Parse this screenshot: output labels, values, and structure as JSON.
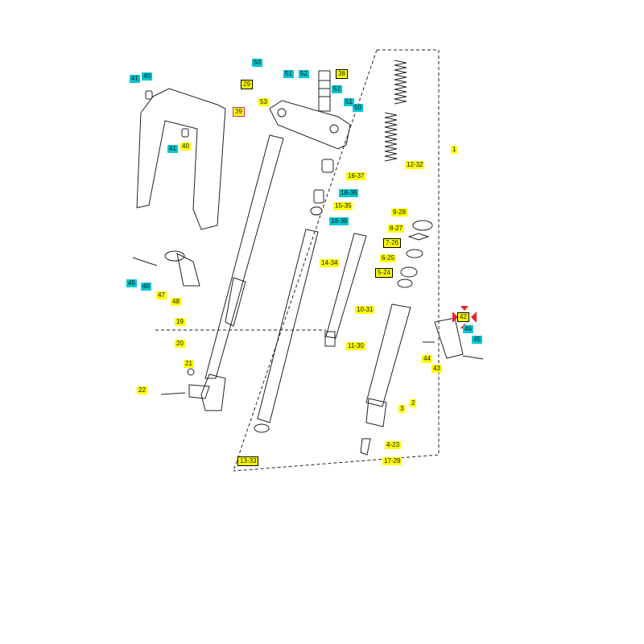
{
  "labels": [
    {
      "id": "40a",
      "text": "40",
      "color": "cyan"
    },
    {
      "id": "41a",
      "text": "41",
      "color": "cyan"
    },
    {
      "id": "41b",
      "text": "41",
      "color": "cyan"
    },
    {
      "id": "40b",
      "text": "40",
      "color": "yellow"
    },
    {
      "id": "39",
      "text": "39",
      "color": "pink"
    },
    {
      "id": "50a",
      "text": "50",
      "color": "cyan"
    },
    {
      "id": "29",
      "text": "29",
      "color": "yellow",
      "boxed": true
    },
    {
      "id": "53",
      "text": "53",
      "color": "yellow"
    },
    {
      "id": "51a",
      "text": "51",
      "color": "cyan"
    },
    {
      "id": "52a",
      "text": "52",
      "color": "cyan"
    },
    {
      "id": "38",
      "text": "38",
      "color": "yellow",
      "boxed": true
    },
    {
      "id": "52b",
      "text": "52",
      "color": "cyan"
    },
    {
      "id": "51b",
      "text": "51",
      "color": "cyan"
    },
    {
      "id": "50b",
      "text": "50",
      "color": "cyan"
    },
    {
      "id": "1",
      "text": "1",
      "color": "yellow"
    },
    {
      "id": "12-32",
      "text": "12-32",
      "color": "yellow"
    },
    {
      "id": "16-37",
      "text": "16-37",
      "color": "yellow"
    },
    {
      "id": "18-36a",
      "text": "18-36",
      "color": "cyan"
    },
    {
      "id": "15-35",
      "text": "15-35",
      "color": "yellow"
    },
    {
      "id": "18-36b",
      "text": "18-36",
      "color": "cyan"
    },
    {
      "id": "9-28",
      "text": "9-28",
      "color": "yellow"
    },
    {
      "id": "8-27",
      "text": "8-27",
      "color": "yellow"
    },
    {
      "id": "7-26",
      "text": "7-26",
      "color": "yellow",
      "boxed": true
    },
    {
      "id": "6-25",
      "text": "6-25",
      "color": "yellow"
    },
    {
      "id": "5-24",
      "text": "5-24",
      "color": "yellow",
      "boxed": true
    },
    {
      "id": "14-34",
      "text": "14-34",
      "color": "yellow"
    },
    {
      "id": "45a",
      "text": "45",
      "color": "cyan"
    },
    {
      "id": "46a",
      "text": "46",
      "color": "cyan"
    },
    {
      "id": "47",
      "text": "47",
      "color": "yellow"
    },
    {
      "id": "48",
      "text": "48",
      "color": "yellow"
    },
    {
      "id": "10-31",
      "text": "10-31",
      "color": "yellow"
    },
    {
      "id": "42",
      "text": "42",
      "color": "yellow",
      "selected": true
    },
    {
      "id": "46b",
      "text": "46",
      "color": "cyan"
    },
    {
      "id": "45b",
      "text": "45",
      "color": "cyan"
    },
    {
      "id": "44",
      "text": "44",
      "color": "yellow"
    },
    {
      "id": "43",
      "text": "43",
      "color": "yellow"
    },
    {
      "id": "19",
      "text": "19",
      "color": "yellow"
    },
    {
      "id": "20",
      "text": "20",
      "color": "yellow"
    },
    {
      "id": "11-30",
      "text": "11-30",
      "color": "yellow"
    },
    {
      "id": "21",
      "text": "21",
      "color": "yellow"
    },
    {
      "id": "22",
      "text": "22",
      "color": "yellow"
    },
    {
      "id": "2",
      "text": "2",
      "color": "yellow"
    },
    {
      "id": "3",
      "text": "3",
      "color": "yellow"
    },
    {
      "id": "4-23",
      "text": "4-23",
      "color": "yellow"
    },
    {
      "id": "13-33",
      "text": "13-33",
      "color": "yellow",
      "boxed": true
    },
    {
      "id": "17-29",
      "text": "17-29",
      "color": "yellow"
    }
  ],
  "colors": {
    "yellow": "#ffff00",
    "cyan": "#00c8d2",
    "selection": "#e8242c",
    "line": "#222222"
  }
}
